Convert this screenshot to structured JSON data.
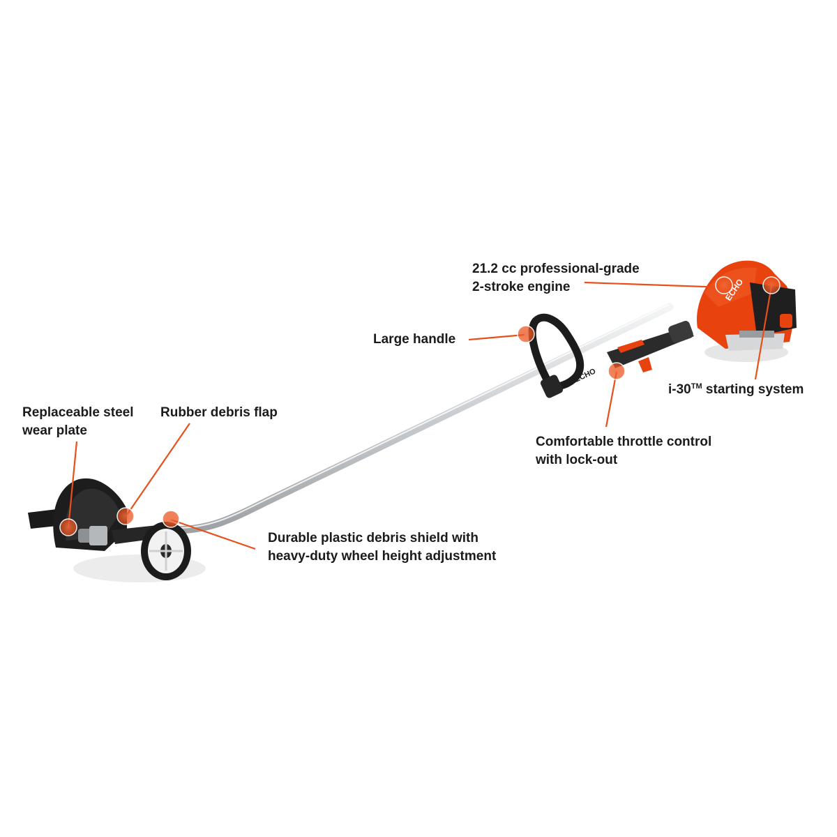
{
  "colors": {
    "accent": "#e8501a",
    "engine_orange": "#e8420f",
    "shaft": "#d6d8da",
    "dark_plastic": "#1e1e1e",
    "label_text": "#1b1b1b"
  },
  "callouts": {
    "engine": {
      "line1": "21.2 cc professional-grade",
      "line2": "2-stroke engine"
    },
    "handle": {
      "line1": "Large handle"
    },
    "starter": {
      "prefix": "i-30",
      "sup": "TM",
      "suffix": " starting system"
    },
    "throttle": {
      "line1": "Comfortable throttle control",
      "line2": "with lock-out"
    },
    "wear_plate": {
      "line1": "Replaceable steel",
      "line2": "wear plate"
    },
    "flap": {
      "line1": "Rubber debris flap"
    },
    "shield": {
      "line1": "Durable plastic debris shield with",
      "line2": "heavy-duty wheel height adjustment"
    }
  },
  "product": {
    "brand_mark": "ECHO"
  }
}
